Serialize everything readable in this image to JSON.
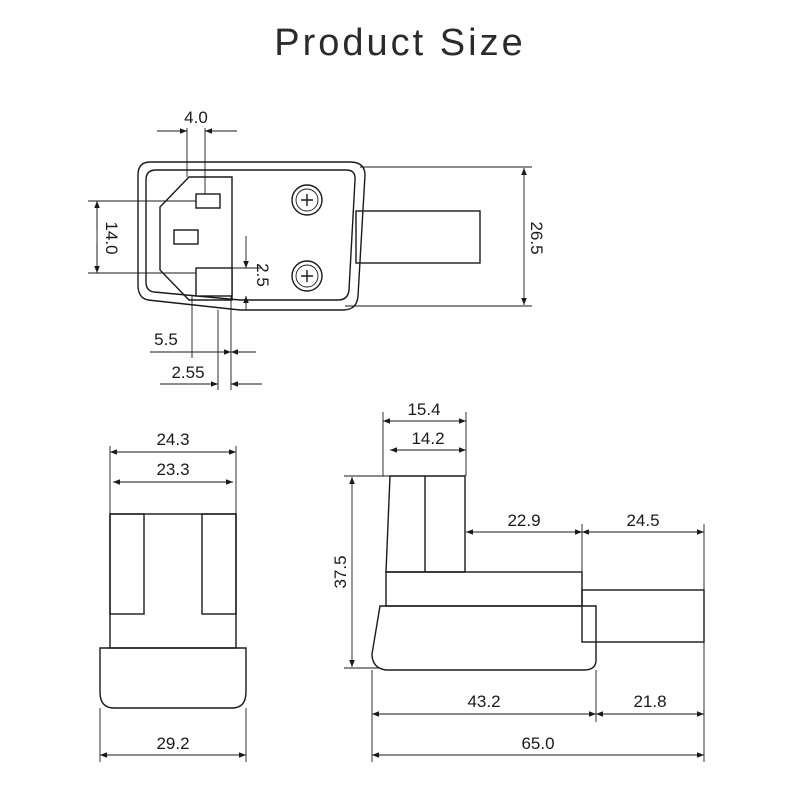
{
  "title": "Product Size",
  "top_view": {
    "pin_spacing_top": "4.0",
    "height_left": "14.0",
    "height_right": "26.5",
    "pin_offset": "2.5",
    "bottom_a": "5.5",
    "bottom_b": "2.55"
  },
  "front_view": {
    "outer_width": "24.3",
    "inner_width": "23.3",
    "base_width": "29.2"
  },
  "side_view": {
    "top_width_outer": "15.4",
    "top_width_inner": "14.2",
    "height": "37.5",
    "mid_length": "22.9",
    "cable_length": "24.5",
    "body_length": "43.2",
    "cable_bottom": "21.8",
    "total_length": "65.0"
  }
}
